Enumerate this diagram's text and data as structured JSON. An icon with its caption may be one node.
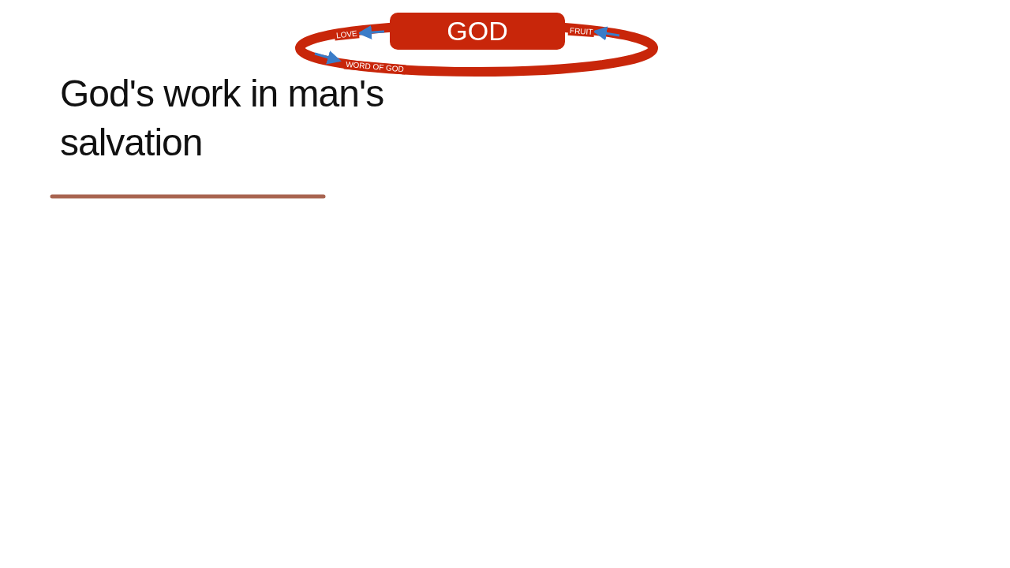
{
  "diagram": {
    "title": "God's work in man's salvation",
    "nodes": [
      {
        "text": [
          "GOD"
        ]
      }
    ],
    "edges": [],
    "labels": [
      "LOVE",
      "FRUIT",
      "WORD OF GOD"
    ]
  }
}
